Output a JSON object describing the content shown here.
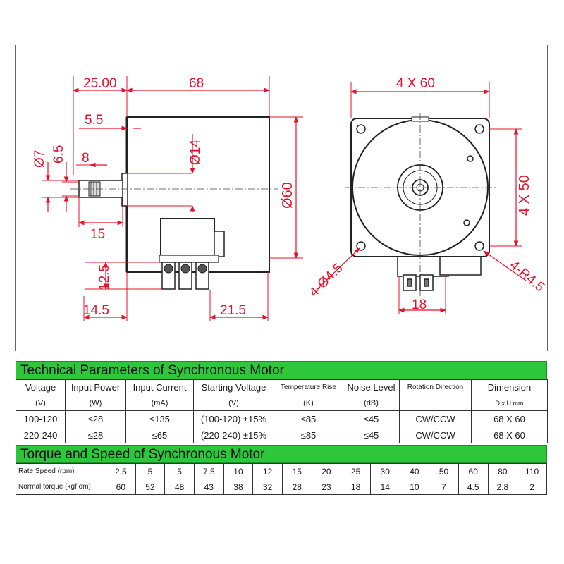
{
  "drawing": {
    "side_view": {
      "dims": {
        "flange_thickness": "25.00",
        "body_length": "68",
        "shoulder": "5.5",
        "shaft_dia": "Ø7",
        "flat": "6.5",
        "key_length": "8",
        "boss_dia": "Ø14",
        "body_dia": "Ø60",
        "shaft_length": "15",
        "terminal_height": "12.5",
        "terminal_offset": "14.5",
        "terminal_width": "21.5"
      }
    },
    "front_view": {
      "dims": {
        "hole_spacing_top": "4 X 60",
        "hole_spacing_side": "4 X 50",
        "mount_holes": "4-Ø4.5",
        "corner_radius": "4-R4.5",
        "terminal_width": "18"
      }
    },
    "colors": {
      "dimension": "#e8102a",
      "outline": "#222222"
    }
  },
  "specs": {
    "title": "Technical Parameters of Synchronous Motor",
    "headers": [
      "Voltage",
      "Input Power",
      "Input Current",
      "Starting Voltage",
      "Temperature Rise",
      "Noise Level",
      "Rotation Direction",
      "Dimension"
    ],
    "units": [
      "(V)",
      "(W)",
      "(mA)",
      "(V)",
      "(K)",
      "(dB)",
      "",
      "D x H mm"
    ],
    "rows": [
      [
        "100-120",
        "≤28",
        "≤135",
        "(100-120) ±15%",
        "≤85",
        "≤45",
        "CW/CCW",
        "68 X 60"
      ],
      [
        "220-240",
        "≤28",
        "≤65",
        "(220-240) ±15%",
        "≤85",
        "≤45",
        "CW/CCW",
        "68 X 60"
      ]
    ],
    "header_color": "#2ec73c"
  },
  "torque": {
    "title": "Torque and Speed of Synchronous Motor",
    "speed_label": "Rate Speed (rpm)",
    "torque_label": "Normal torque (kgf om)",
    "speeds": [
      "2.5",
      "5",
      "5",
      "7.5",
      "10",
      "12",
      "15",
      "20",
      "25",
      "30",
      "40",
      "50",
      "60",
      "80",
      "110"
    ],
    "torques": [
      "60",
      "52",
      "48",
      "43",
      "38",
      "32",
      "28",
      "23",
      "18",
      "14",
      "10",
      "7",
      "4.5",
      "2.8",
      "2"
    ]
  }
}
